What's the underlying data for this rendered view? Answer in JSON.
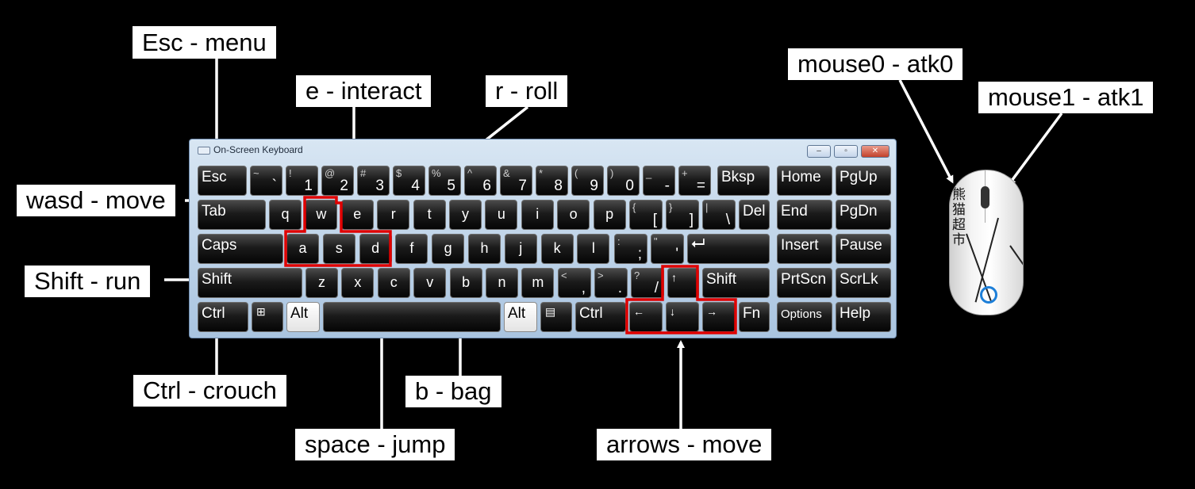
{
  "labels": {
    "esc": "Esc - menu",
    "interact": "e - interact",
    "roll": "r - roll",
    "wasd": "wasd - move",
    "shift": "Shift - run",
    "ctrl": "Ctrl - crouch",
    "space": "space - jump",
    "bag": "b - bag",
    "arrows": "arrows - move",
    "mouse0": "mouse0 - atk0",
    "mouse1": "mouse1 - atk1"
  },
  "osk": {
    "title": "On-Screen Keyboard",
    "window_buttons": [
      "–",
      "▫",
      "✕"
    ]
  },
  "keyboard": {
    "esc": "Esc",
    "r1": [
      {
        "shift": "~",
        "main": "`"
      },
      {
        "shift": "!",
        "main": "1"
      },
      {
        "shift": "@",
        "main": "2"
      },
      {
        "shift": "#",
        "main": "3"
      },
      {
        "shift": "$",
        "main": "4"
      },
      {
        "shift": "%",
        "main": "5"
      },
      {
        "shift": "^",
        "main": "6"
      },
      {
        "shift": "&",
        "main": "7"
      },
      {
        "shift": "*",
        "main": "8"
      },
      {
        "shift": "(",
        "main": "9"
      },
      {
        "shift": ")",
        "main": "0"
      },
      {
        "shift": "_",
        "main": "-"
      },
      {
        "shift": "+",
        "main": "="
      }
    ],
    "bksp": "Bksp",
    "tab": "Tab",
    "r2": [
      "q",
      "w",
      "e",
      "r",
      "t",
      "y",
      "u",
      "i",
      "o",
      "p"
    ],
    "br1": {
      "shift": "{",
      "main": "["
    },
    "br2": {
      "shift": "}",
      "main": "]"
    },
    "bsl": {
      "shift": "|",
      "main": "\\"
    },
    "del": "Del",
    "caps": "Caps",
    "r3": [
      "a",
      "s",
      "d",
      "f",
      "g",
      "h",
      "j",
      "k",
      "l"
    ],
    "semi": {
      "shift": ":",
      "main": ";"
    },
    "quote": {
      "shift": "\"",
      "main": "'"
    },
    "enter": "⮠",
    "lshift": "Shift",
    "r4": [
      "z",
      "x",
      "c",
      "v",
      "b",
      "n",
      "m"
    ],
    "comma": {
      "shift": "<",
      "main": ","
    },
    "period": {
      "shift": ">",
      "main": "."
    },
    "slash": {
      "shift": "?",
      "main": "/"
    },
    "up": "↑",
    "rshift": "Shift",
    "lctrl": "Ctrl",
    "win": "⊞",
    "lalt": "Alt",
    "ralt": "Alt",
    "menu": "▤",
    "rctrl": "Ctrl",
    "left": "←",
    "down": "↓",
    "right": "→",
    "fn": "Fn",
    "nav": [
      "Home",
      "PgUp",
      "End",
      "PgDn",
      "Insert",
      "Pause",
      "PrtScn",
      "ScrLk",
      "Options",
      "Help"
    ]
  },
  "mouse": {
    "print": "熊猫超市",
    "logo_color": "#1d7fd8"
  },
  "colors": {
    "highlight": "#e00000",
    "arrow": "#ffffff",
    "background": "#000000"
  }
}
